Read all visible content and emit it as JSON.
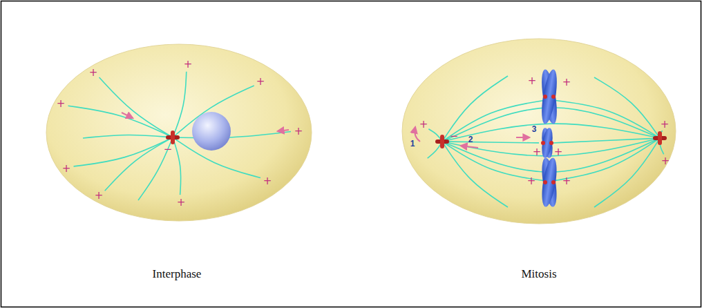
{
  "diagram": {
    "labels": [
      "Interphase",
      "Mitosis",
      "1",
      "2",
      "3",
      "+",
      "+",
      "+",
      "+",
      "+",
      "+",
      "+",
      "+",
      "+",
      "−",
      "+",
      "+",
      "+",
      "+",
      "+",
      "+",
      "+",
      "+",
      "+",
      "−"
    ]
  }
}
